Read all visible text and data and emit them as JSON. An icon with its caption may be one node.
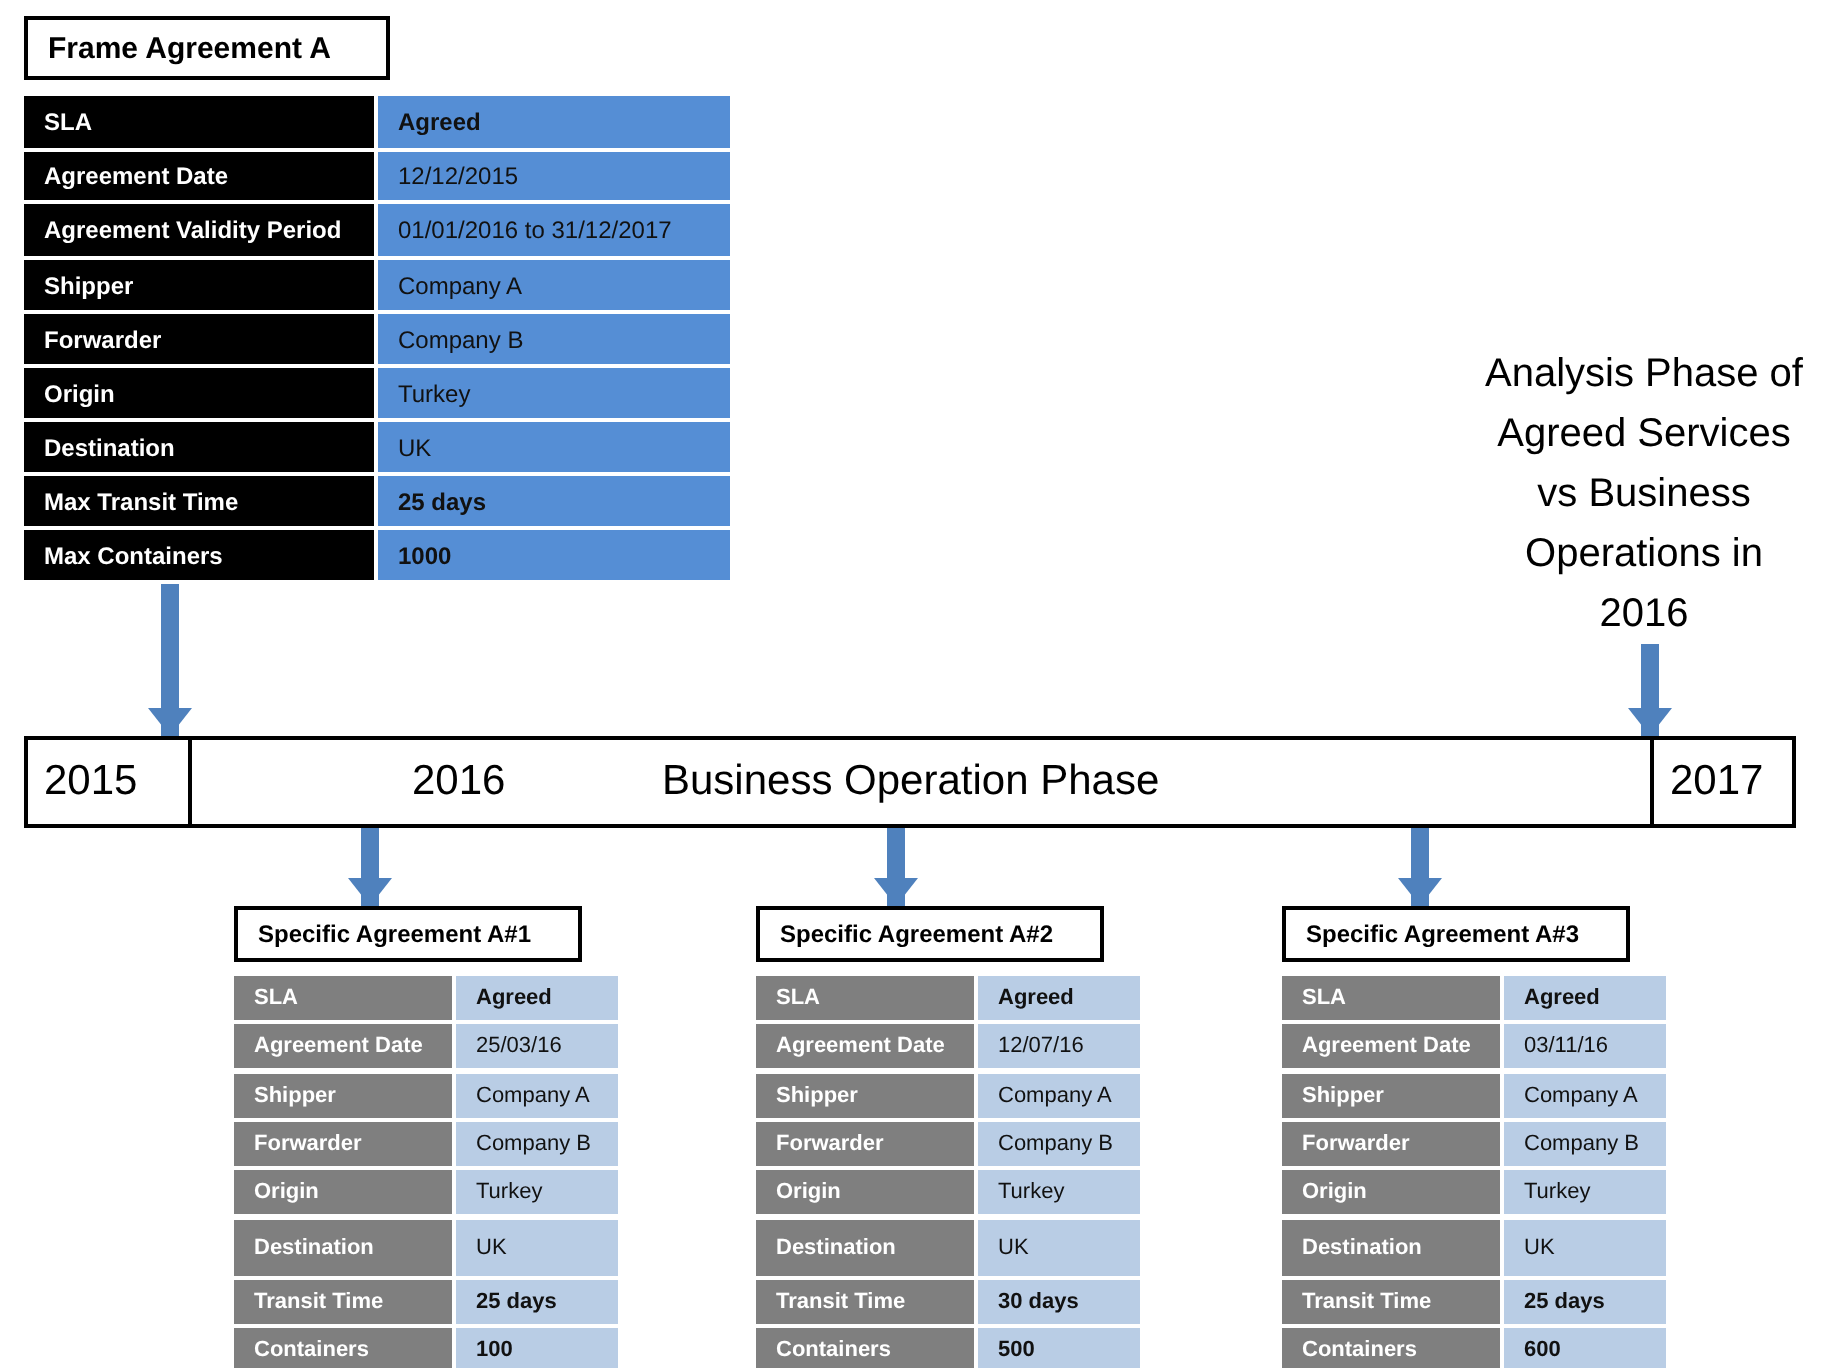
{
  "diagram": {
    "nodes": [
      {
        "text": [
          "Frame Agreement A",
          "SLA",
          "Agreed",
          "Agreement Date",
          "12/12/2015",
          "Agreement Validity Period",
          "01/01/2016 to 31/12/2017",
          "Shipper",
          "Company A",
          "Forwarder",
          "Company B",
          "Origin",
          "Turkey",
          "Destination",
          "UK",
          "Max Transit Time",
          "25 days",
          "Max Containers",
          "1000"
        ]
      },
      {
        "text": [
          "2015"
        ]
      },
      {
        "text": [
          "2016",
          "Business Operation Phase"
        ]
      },
      {
        "text": [
          "2017"
        ]
      },
      {
        "text": [
          "Analysis Phase of Agreed Services vs Business Operations in 2016"
        ]
      },
      {
        "text": [
          "Specific Agreement A#1",
          "SLA",
          "Agreed",
          "Agreement Date",
          "25/03/16",
          "Shipper",
          "Company A",
          "Forwarder",
          "Company B",
          "Origin",
          "Turkey",
          "Destination",
          "UK",
          "Transit Time",
          "25 days",
          "Containers",
          "100"
        ]
      },
      {
        "text": [
          "Specific Agreement A#2",
          "SLA",
          "Agreed",
          "Agreement Date",
          "12/07/16",
          "Shipper",
          "Company A",
          "Forwarder",
          "Company B",
          "Origin",
          "Turkey",
          "Destination",
          "UK",
          "Transit Time",
          "30 days",
          "Containers",
          "500"
        ]
      },
      {
        "text": [
          "Specific Agreement A#3",
          "SLA",
          "Agreed",
          "Agreement Date",
          "03/11/16",
          "Shipper",
          "Company A",
          "Forwarder",
          "Company B",
          "Origin",
          "Turkey",
          "Destination",
          "UK",
          "Transit Time",
          "25 days",
          "Containers",
          "600"
        ]
      }
    ],
    "edges": [
      {
        "from": 0,
        "to": 1,
        "arrow": "to"
      },
      {
        "from": 4,
        "to": 3,
        "arrow": "to"
      },
      {
        "from": 2,
        "to": 5,
        "arrow": "to"
      },
      {
        "from": 2,
        "to": 6,
        "arrow": "to"
      },
      {
        "from": 2,
        "to": 7,
        "arrow": "to"
      }
    ]
  }
}
